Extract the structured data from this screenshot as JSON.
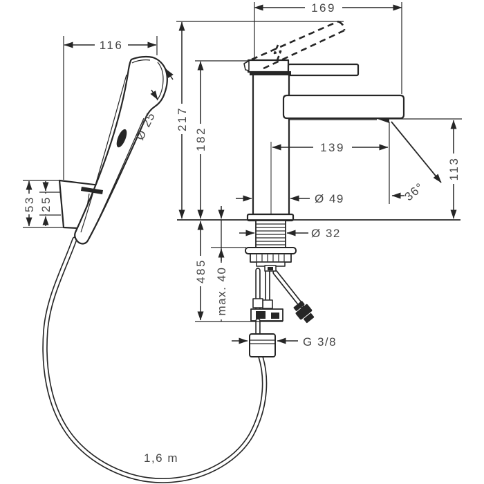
{
  "page": {
    "background": "#ffffff"
  },
  "drawing": {
    "description": "Technical dimension drawing of a single-hole basin mixer with hand shower and wall holder",
    "units": "mm",
    "line_color": "#262626",
    "text_color": "#464646",
    "labels": {
      "overall_depth": "169",
      "handshower_reach": "116",
      "height_total": "217",
      "height_body": "182",
      "spout_reach": "139",
      "spout_height": "113",
      "holder_height": "53",
      "holder_offset": "25",
      "hose_drop": "485",
      "max_deck_thickness": "max. 40",
      "handshower_diameter": "Ø 25",
      "body_diameter": "Ø 49",
      "shank_diameter": "Ø 32",
      "spray_angle": "36°",
      "connection_thread": "G 3/8",
      "hose_length": "1,6 m"
    }
  }
}
